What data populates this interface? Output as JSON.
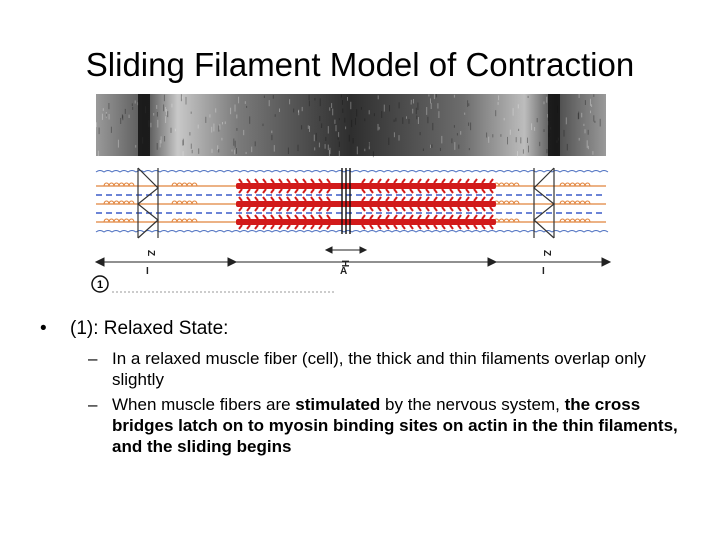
{
  "slide": {
    "title": "Sliding Filament Model of Contraction"
  },
  "figure": {
    "panel_number": "1",
    "labels": {
      "z_left": "Z",
      "z_right": "Z",
      "h_zone": "H",
      "a_band": "A",
      "i_left": "I",
      "i_right": "I"
    },
    "colors": {
      "thick_filament": "#d21a1a",
      "thin_filament": "#e1843c",
      "dashed_line": "#3c5cc8",
      "wavy_line": "#4a6ec0"
    }
  },
  "bullets": [
    {
      "text": "(1): Relaxed State:",
      "sub": [
        {
          "parts": [
            {
              "text": "In a relaxed muscle fiber (cell), the thick and thin filaments overlap only slightly",
              "bold": false
            }
          ]
        },
        {
          "parts": [
            {
              "text": "When muscle fibers are ",
              "bold": false
            },
            {
              "text": "stimulated",
              "bold": true
            },
            {
              "text": " by the nervous system, ",
              "bold": false
            },
            {
              "text": "the cross bridges latch on to myosin binding sites on actin in the thin filaments, and the sliding begins",
              "bold": true
            }
          ]
        }
      ]
    }
  ]
}
